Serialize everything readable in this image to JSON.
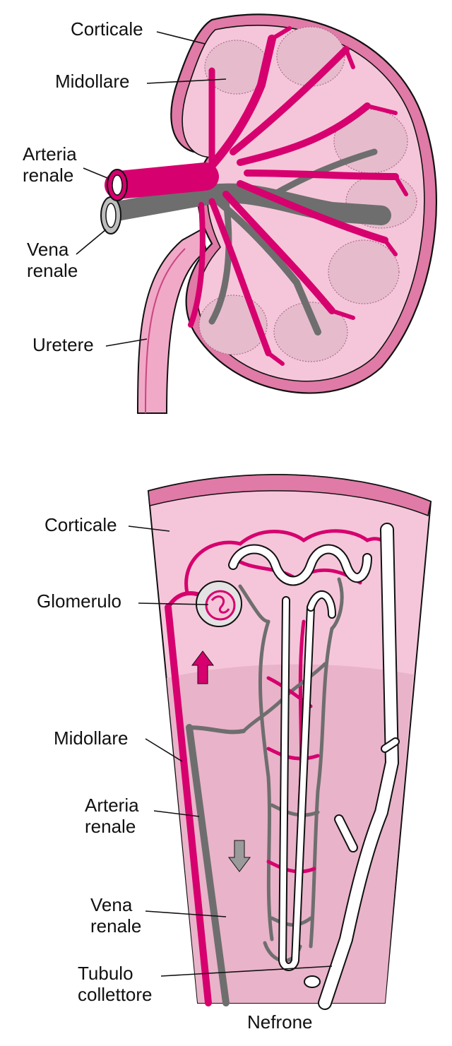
{
  "kidney": {
    "labels": {
      "corticale": "Corticale",
      "midollare": "Midollare",
      "arteria_1": "Arteria",
      "arteria_2": "renale",
      "vena_1": "Vena",
      "vena_2": "renale",
      "uretere": "Uretere"
    }
  },
  "nephron": {
    "labels": {
      "corticale": "Corticale",
      "glomerulo": "Glomerulo",
      "midollare": "Midollare",
      "arteria_1": "Arteria",
      "arteria_2": "renale",
      "vena_1": "Vena",
      "vena_2": "renale",
      "tubulo_1": "Tubulo",
      "tubulo_2": "collettore"
    },
    "caption": "Nefrone"
  },
  "colors": {
    "artery": "#d6006e",
    "vein": "#6e6e6e",
    "cortex": "#f5c6da",
    "medulla": "#e9b3c9",
    "capsule": "#e07aa6",
    "pyramid": "#e6bccd",
    "tubule": "#ffffff"
  }
}
